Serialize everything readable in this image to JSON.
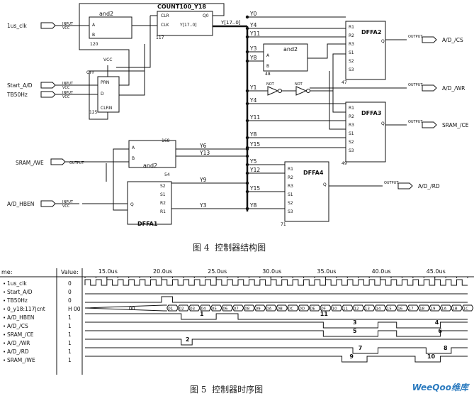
{
  "fig4": {
    "caption": "图 4  控制器结构图",
    "inputs": [
      {
        "name": "1us_clk",
        "tag1": "INPUT",
        "tag2": "VCC"
      },
      {
        "name": "Start_A/D",
        "tag1": "INPUT",
        "tag2": "VCC"
      },
      {
        "name": "TB50Hz",
        "tag1": "INPUT",
        "tag2": "VCC"
      },
      {
        "name": "SRAM_/WE",
        "tag1": "OUTPUT",
        "tag2": ""
      },
      {
        "name": "A/D_HBEN",
        "tag1": "INPUT",
        "tag2": "VCC"
      }
    ],
    "outputs": [
      {
        "name": "A/D_/CS",
        "tag": "OUTPUT"
      },
      {
        "name": "A/D_/WR",
        "tag": "OUTPUT"
      },
      {
        "name": "SRAM_/CE",
        "tag": "OUTPUT"
      },
      {
        "name": "A/D_/RD",
        "tag": "OUTPUT"
      }
    ],
    "blocks": {
      "and2_top": {
        "title": "and2",
        "pins": [
          "A",
          "B"
        ],
        "num": "120"
      },
      "counter": {
        "title": "COUNT100_Y18",
        "pins": [
          "CLR",
          "CLK",
          "Q0",
          "Y[17..0]"
        ],
        "num": "117"
      },
      "ff": {
        "pins": [
          "PRN",
          "D",
          "CLRN"
        ],
        "vcc": "VCC",
        "off": "OFF",
        "num": "125"
      },
      "and2_mid": {
        "title": "and2",
        "pins": [
          "A",
          "B"
        ],
        "num": "48"
      },
      "dffa2": {
        "title": "DFFA2",
        "pins": [
          "R1",
          "R2",
          "R3",
          "S1",
          "S2",
          "S3",
          "Q"
        ],
        "num": "47"
      },
      "dffa3": {
        "title": "DFFA3",
        "pins": [
          "R1",
          "R2",
          "R3",
          "S1",
          "S2",
          "S3",
          "Q"
        ],
        "num": "49"
      },
      "and2_low": {
        "title": "and2",
        "pins": [
          "A",
          "B"
        ],
        "num": "168"
      },
      "dffa4": {
        "title": "DFFA4",
        "pins": [
          "R1",
          "R2",
          "R3",
          "S1",
          "S2",
          "S3",
          "Q"
        ],
        "num": "71"
      },
      "dffa1": {
        "title": "DFFA1",
        "pins": [
          "S2",
          "S1",
          "R2",
          "R1",
          "Q"
        ],
        "num": "54"
      },
      "not1": {
        "title": "NOT"
      },
      "not2": {
        "title": "NOT"
      }
    },
    "bus_label": "Y[17..0]",
    "signals": [
      "Y0",
      "Y4",
      "Y11",
      "Y3",
      "Y8",
      "Y1",
      "Y4",
      "Y11",
      "Y8",
      "Y15",
      "Y6",
      "Y13",
      "Y5",
      "Y12",
      "Y9",
      "Y15",
      "Y8",
      "Y3"
    ]
  },
  "fig5": {
    "caption": "图 5  控制器时序图",
    "header_name": "me:",
    "header_value": "Value:",
    "time_labels": [
      "15.0us",
      "20.0us",
      "25.0us",
      "30.0us",
      "35.0us",
      "40.0us",
      "45.0us"
    ],
    "rows": [
      {
        "name": "1us_clk",
        "value": "0"
      },
      {
        "name": "Start_A/D",
        "value": "0"
      },
      {
        "name": "TB50Hz",
        "value": "0"
      },
      {
        "name": "0_y18:117|cnt",
        "value": "H 00"
      },
      {
        "name": "A/D_HBEN",
        "value": "1"
      },
      {
        "name": "A/D_/CS",
        "value": "1"
      },
      {
        "name": "SRAM_/CE",
        "value": "1"
      },
      {
        "name": "A/D_/WR",
        "value": "1"
      },
      {
        "name": "A/D_/RD",
        "value": "1"
      },
      {
        "name": "SRAM_/WE",
        "value": "1"
      }
    ],
    "bus_values": [
      "00",
      "01",
      "02",
      "03",
      "04",
      "05",
      "06",
      "07",
      "08",
      "09",
      "0A",
      "0B",
      "0C",
      "0D",
      "0E",
      "0F",
      "10",
      "11",
      "12",
      "13",
      "14",
      "15",
      "16",
      "17",
      "18",
      "19",
      "1A",
      "1B",
      "1C"
    ],
    "marker_labels": [
      "1",
      "2",
      "3",
      "4",
      "5",
      "6",
      "7",
      "8",
      "9",
      "10",
      "11"
    ]
  },
  "watermark": "WeeQoo维库"
}
